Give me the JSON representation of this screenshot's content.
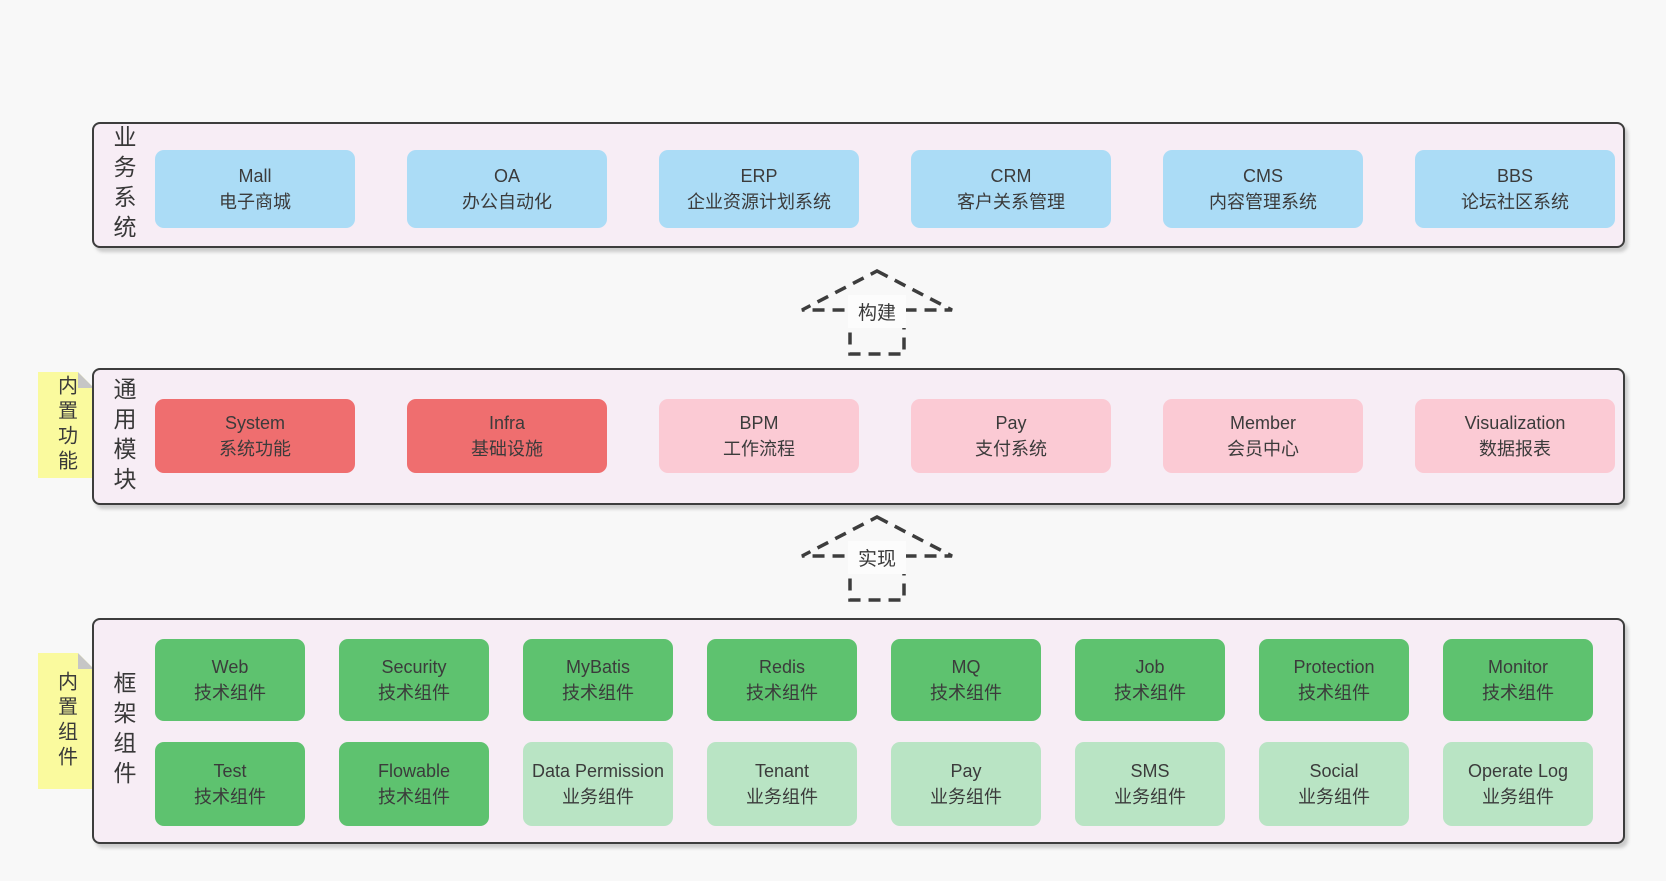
{
  "colors": {
    "page_bg": "#f8f8f8",
    "panel_bg": "#f7edf5",
    "line": "#3d3d3d",
    "text": "#3b3b3b",
    "blue": "#abdcf6",
    "red": "#ef6e6f",
    "pink": "#fbcad4",
    "green": "#5ec26f",
    "green_light": "#b9e4c4",
    "sticky": "#fafa9e",
    "sticky_fold": "#c6c6c6"
  },
  "business": {
    "label": "业务系统",
    "boxes": [
      {
        "en": "Mall",
        "zh": "电子商城"
      },
      {
        "en": "OA",
        "zh": "办公自动化"
      },
      {
        "en": "ERP",
        "zh": "企业资源计划系统"
      },
      {
        "en": "CRM",
        "zh": "客户关系管理"
      },
      {
        "en": "CMS",
        "zh": "内容管理系统"
      },
      {
        "en": "BBS",
        "zh": "论坛社区系统"
      }
    ]
  },
  "arrows": {
    "build": "构建",
    "implement": "实现"
  },
  "common": {
    "label": "通用模块",
    "sticky": "内置功能",
    "boxes": [
      {
        "en": "System",
        "zh": "系统功能"
      },
      {
        "en": "Infra",
        "zh": "基础设施"
      },
      {
        "en": "BPM",
        "zh": "工作流程"
      },
      {
        "en": "Pay",
        "zh": "支付系统"
      },
      {
        "en": "Member",
        "zh": "会员中心"
      },
      {
        "en": "Visualization",
        "zh": "数据报表"
      }
    ]
  },
  "framework": {
    "label": "框架组件",
    "sticky": "内置组件",
    "row1": [
      {
        "en": "Web",
        "zh": "技术组件"
      },
      {
        "en": "Security",
        "zh": "技术组件"
      },
      {
        "en": "MyBatis",
        "zh": "技术组件"
      },
      {
        "en": "Redis",
        "zh": "技术组件"
      },
      {
        "en": "MQ",
        "zh": "技术组件"
      },
      {
        "en": "Job",
        "zh": "技术组件"
      },
      {
        "en": "Protection",
        "zh": "技术组件"
      },
      {
        "en": "Monitor",
        "zh": "技术组件"
      }
    ],
    "row2": [
      {
        "en": "Test",
        "zh": "技术组件"
      },
      {
        "en": "Flowable",
        "zh": "技术组件"
      },
      {
        "en": "Data Permission",
        "zh": "业务组件"
      },
      {
        "en": "Tenant",
        "zh": "业务组件"
      },
      {
        "en": "Pay",
        "zh": "业务组件"
      },
      {
        "en": "SMS",
        "zh": "业务组件"
      },
      {
        "en": "Social",
        "zh": "业务组件"
      },
      {
        "en": "Operate Log",
        "zh": "业务组件"
      }
    ]
  }
}
